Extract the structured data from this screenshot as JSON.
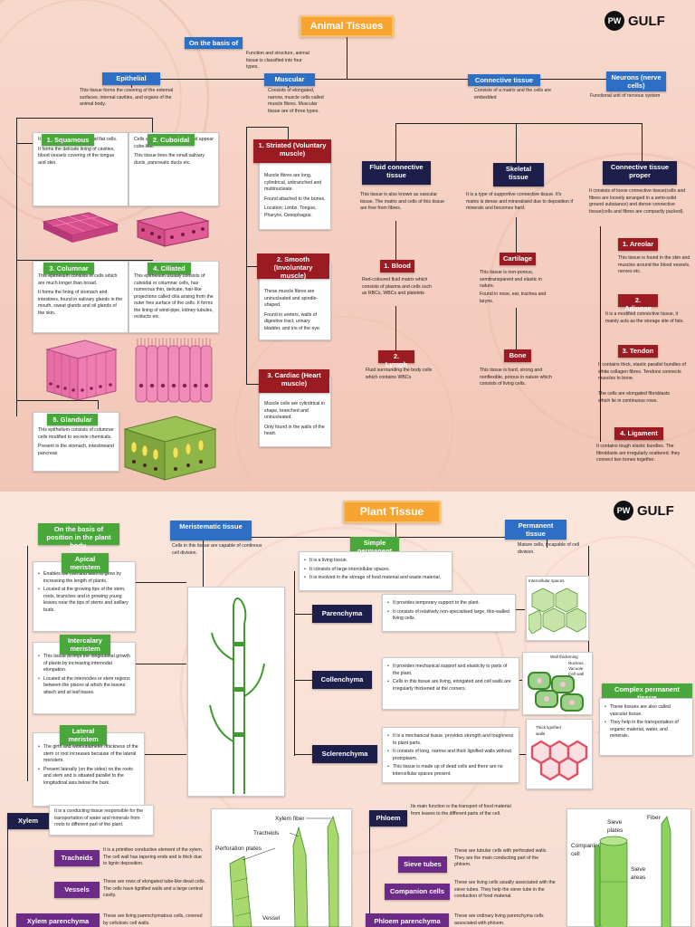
{
  "brand": {
    "logo_mark": "PW",
    "logo_text": "GULF"
  },
  "animal": {
    "title": "Animal Tissues",
    "basis": {
      "label": "On the basis of",
      "text": "Function and structure, animal tissue is classified into four types."
    },
    "epithelial": {
      "label": "Epithelial",
      "text": "This tissue forms the covering of the external surfaces, internal cavities, and organs of the animal body.",
      "squamous": {
        "label": "1. Squamous",
        "p1": "It is a single layer of thin and flat cells.",
        "p2": "It forms the delicate lining of cavities, blood vessels covering of the tongue and skin."
      },
      "cuboidal": {
        "label": "2. Cuboidal",
        "p1": "Cells are as long as broad and appear cube-like.",
        "p2": "This tissue lines the small salivary ducts, pancreatic ducts etc."
      },
      "columnar": {
        "label": "3. Columnar",
        "p1": "This epithelium consists of cells which are much longer than broad.",
        "p2": "It forms the lining of stomach and intestines, found in salivary glands in the mouth, sweat glands and oil glands of the skin."
      },
      "ciliated": {
        "label": "4. Ciliated",
        "p1": "This epithelium usually consists of cuboidal or columnar cells, has numerous thin, delicate, hair-like projections called cilia arising from the outer free surface of the cells. It forms the lining of wind-pipe, kidney tubules, oviducts etc."
      },
      "glandular": {
        "label": "5. Glandular",
        "p1": "This epithelium consists of columnar cells modified to secrete chemicals.",
        "p2": "Present in the stomach, intestineand pancreas"
      }
    },
    "muscular": {
      "label": "Muscular",
      "text": "Consists of elongated, narrow, muscle cells called muscle fibres. Muscular tissue are of three types.",
      "striated": {
        "label": "1. Striated (Voluntary muscle)",
        "p1": "Muscle fibres are long, cylindrical, unbranched and multinucleate.",
        "p2": "Found attached to the bones.",
        "p3": "Location: Limbs, Tongue, Pharynx, Oesophagus."
      },
      "smooth": {
        "label": "2. Smooth (Involuntary muscle)",
        "p1": "These muscle fibres are uninucleated and spindle-shaped.",
        "p2": "Found in ureters, walls of digestive tract, urinary bladder, and iris of the eye."
      },
      "cardiac": {
        "label": "3. Cardiac (Heart muscle)",
        "p1": "Muscle cells are cylindrical in shape, branched and uninucleated.",
        "p2": "Only found in the walls of the heart."
      }
    },
    "connective": {
      "label": "Connective tissue",
      "text": "Consists of a matrix and the cells are embedded",
      "fluid": {
        "label": "Fluid connective tissue",
        "text": "This tissue is also known as vascular tissue. The matrix and cells of this tissue are free from fibres."
      },
      "blood": {
        "label": "1. Blood",
        "text": "Red-coloured fluid matrix which consists of plasma and cells such as RBCs, WBCs and platelets"
      },
      "lymph": {
        "label": "2. Lymph",
        "text": "Fluid surrounding the body cells which contains WBCs"
      },
      "skeletal": {
        "label": "Skeletal tissue",
        "text": "It is a type of supportive connective tissue. It's matrix is dense and mineralised due to deposition if minerals and becomes hard."
      },
      "cartilage": {
        "label": "Cartilage",
        "p1": "This tissue is non-porous, semitransparent and elastic in nature.",
        "p2": "Found in nose, ear, trachea and larynx."
      },
      "bone": {
        "label": "Bone",
        "text": "This tissue is hard, strong and nonflexible, porous in nature which consists of living cells."
      },
      "proper": {
        "label": "Connective tissue proper",
        "text": "It consists of loose connective tissue(cells and fibres are loosely arranged in a semi-solid ground substance) and dense connective tissue(cells and fibres are compactly packed)."
      },
      "areolar": {
        "label": "1. Areolar",
        "text": "This tissue is found in the skin and muscles around the blood vessels, nerves etc."
      },
      "adipose": {
        "label": "2. Adipose",
        "text": "It is a modified connective tissue, it mainly acts as the storage site of fats."
      },
      "tendon": {
        "label": "3. Tendon",
        "p1": "It contains thick, elastic parallel bundles of white collagen fibres. Tendons connects muscles to bone.",
        "p2": "The cells are elongated fibroblasts which lie in continuous rows."
      },
      "ligament": {
        "label": "4. Ligament",
        "text": "It contains tough elastic bundles. The fibroblasts are irregularly scattered. they connect two bones together."
      }
    },
    "neurons": {
      "label": "Neurons (nerve cells)",
      "text": "Functional unit of nervous system"
    }
  },
  "plant": {
    "title": "Plant Tissue",
    "position": {
      "label": "On the basis of position in the plant body."
    },
    "meristematic": {
      "label": "Meristematic tissue",
      "text": "Cells in this tissue are capable of continous cell division."
    },
    "permanent": {
      "label": "Permanent tissue",
      "text": "Mature cells, incapable of cell division."
    },
    "apical": {
      "label": "Apical meristem",
      "items": [
        "Enables the root and stem to grow by increasing the length of plants.",
        "Located at the growing tips of the stem, roots, branches and in growing young leaves near the tips of stems and axillary buds."
      ]
    },
    "intercalary": {
      "label": "Intercalary meristem",
      "items": [
        "This tissue prompt the longitudinal growth of plants by increasing internodal elongation.",
        "Located at the internodes or stem regions between the places at which the leaves attach and at leaf bases."
      ]
    },
    "lateral": {
      "label": "Lateral meristem",
      "items": [
        "The girth and width/diameter /thickness of the stem or root increases because of the lateral meristem.",
        "Present laterally (on the sides) on the roots and stem and is situated parallel to the longitudinal axis below the bark."
      ]
    },
    "simple": {
      "label": "Simple permanent tissue",
      "items": [
        "It is a living tissue.",
        "It consists of large intercellular spaces.",
        "It is involved in the storage of food material and waste material."
      ]
    },
    "parenchyma": {
      "label": "Parenchyma",
      "items": [
        "It provides temporary support to the plant.",
        "It consists of relatively non-specialised large, thin-walled living cells."
      ],
      "img_label": "Intercellular spaces"
    },
    "collenchyma": {
      "label": "Collenchyma",
      "items": [
        "It provides mechanical support and elasticity to parts of the plant.",
        "Cells in this tissue are living, elongated and cell walls are irregularly thickened at the corners."
      ],
      "img_labels": [
        "Wall thickening",
        "Nucleus",
        "Vacuole",
        "Cell wall"
      ]
    },
    "sclerenchyma": {
      "label": "Sclerenchyma",
      "items": [
        "It is a mechanical tissue, provides strength and toughness to plant parts.",
        "It consists of long, narrow and thick lignified walls without protoplasm.",
        "This tissue is made up of dead cells and there are no intercellular spaces present."
      ],
      "img_labels": [
        "Thick lignified walls"
      ]
    },
    "complex": {
      "label": "Complex permanent tissue",
      "items": [
        "These tissues are also called vascular tissue.",
        "They help in the transportation of organic material, water, and minerals."
      ]
    },
    "xylem": {
      "label": "Xylem",
      "text": "It is a conducting tissue responsible for the transportation of water and minerals from roots to different part of the plant."
    },
    "tracheids": {
      "label": "Tracheids",
      "text": "It is a primitive conductive element of the xylem. The cell wall has tapering ends and is thick due to lignin deposition."
    },
    "vessels": {
      "label": "Vessels",
      "text": "These are rows of elongated tube-like dead cells. The cells have lignified walls and a large central cavity."
    },
    "xylem_parenchyma": {
      "label": "Xylem parenchyma",
      "text": "These are living parenchymatous cells, covered by cellulosic cell walls."
    },
    "xylem_img": {
      "labels": [
        "Xylem fiber",
        "Tracheids",
        "Perforation plates",
        "Vessel"
      ]
    },
    "phloem": {
      "label": "Phloem",
      "text": "Its main function is the transport of food material from leaves to the different parts of the cell."
    },
    "sieve_tubes": {
      "label": "Sieve tubes",
      "text": "These are tubular cells with perforated walls. They are the main conducting part of the phloem."
    },
    "companion": {
      "label": "Companion cells",
      "text": "These are living cells usually associated with the sieve tubes. They help the sieve tube in the conduction of food material."
    },
    "phloem_parenchyma": {
      "label": "Phloem parenchyma",
      "text": "These are ordinary living parenchyma cells associated with phloem."
    },
    "phloem_img": {
      "labels": [
        "Sieve plates",
        "Fiber",
        "Companion cell",
        "Sieve areas"
      ]
    }
  },
  "colors": {
    "title": "#f7a431",
    "blue": "#2d6fc4",
    "green": "#4aa73b",
    "maroon": "#9b1b22",
    "dark": "#1e1e4a",
    "purple": "#6b2b86"
  }
}
